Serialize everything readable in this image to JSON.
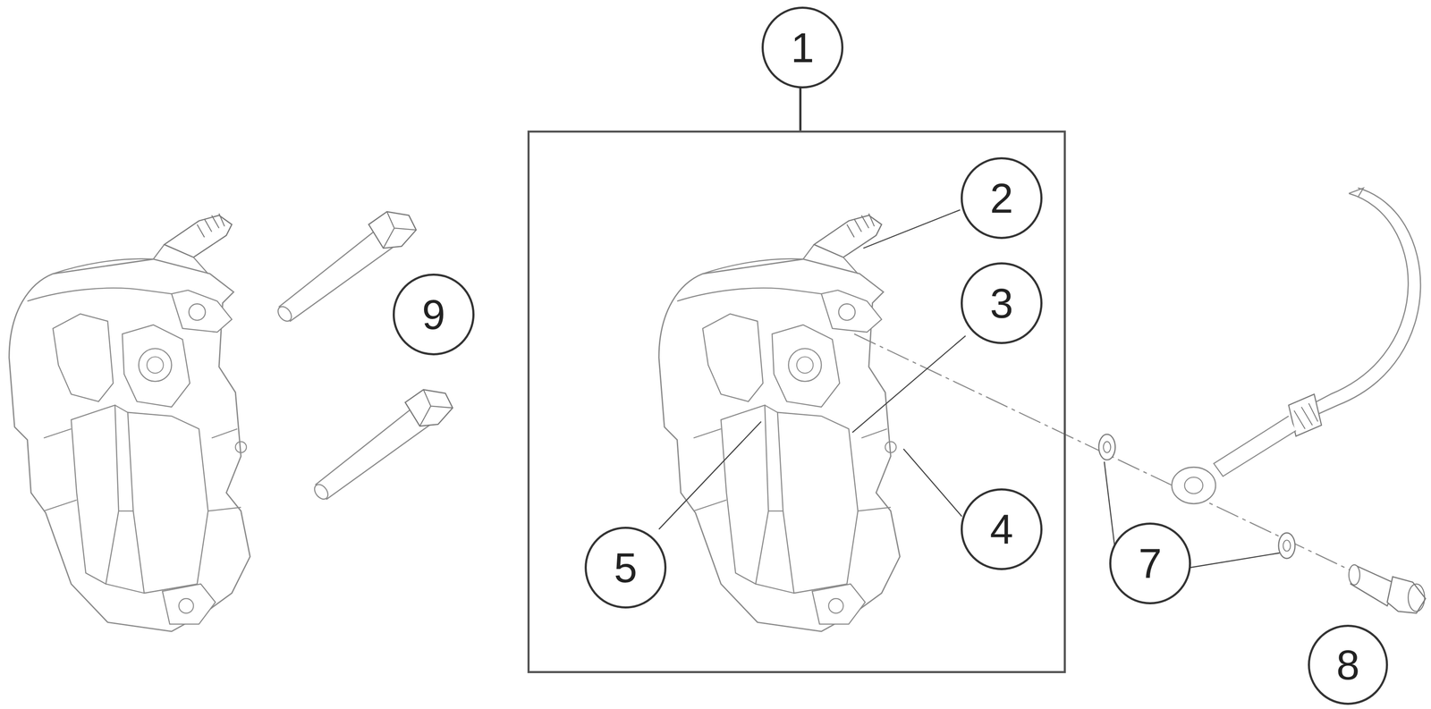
{
  "diagram": {
    "nodes": [
      {
        "text": [
          "1"
        ]
      },
      {
        "text": [
          "2"
        ],
        "in": 0
      },
      {
        "text": [
          "3"
        ],
        "in": 0
      },
      {
        "text": [
          "4"
        ],
        "in": 0
      },
      {
        "text": [
          "5"
        ],
        "in": 0
      },
      {
        "text": [
          "7"
        ]
      },
      {
        "text": [
          "8"
        ]
      },
      {
        "text": [
          "9"
        ]
      }
    ]
  }
}
